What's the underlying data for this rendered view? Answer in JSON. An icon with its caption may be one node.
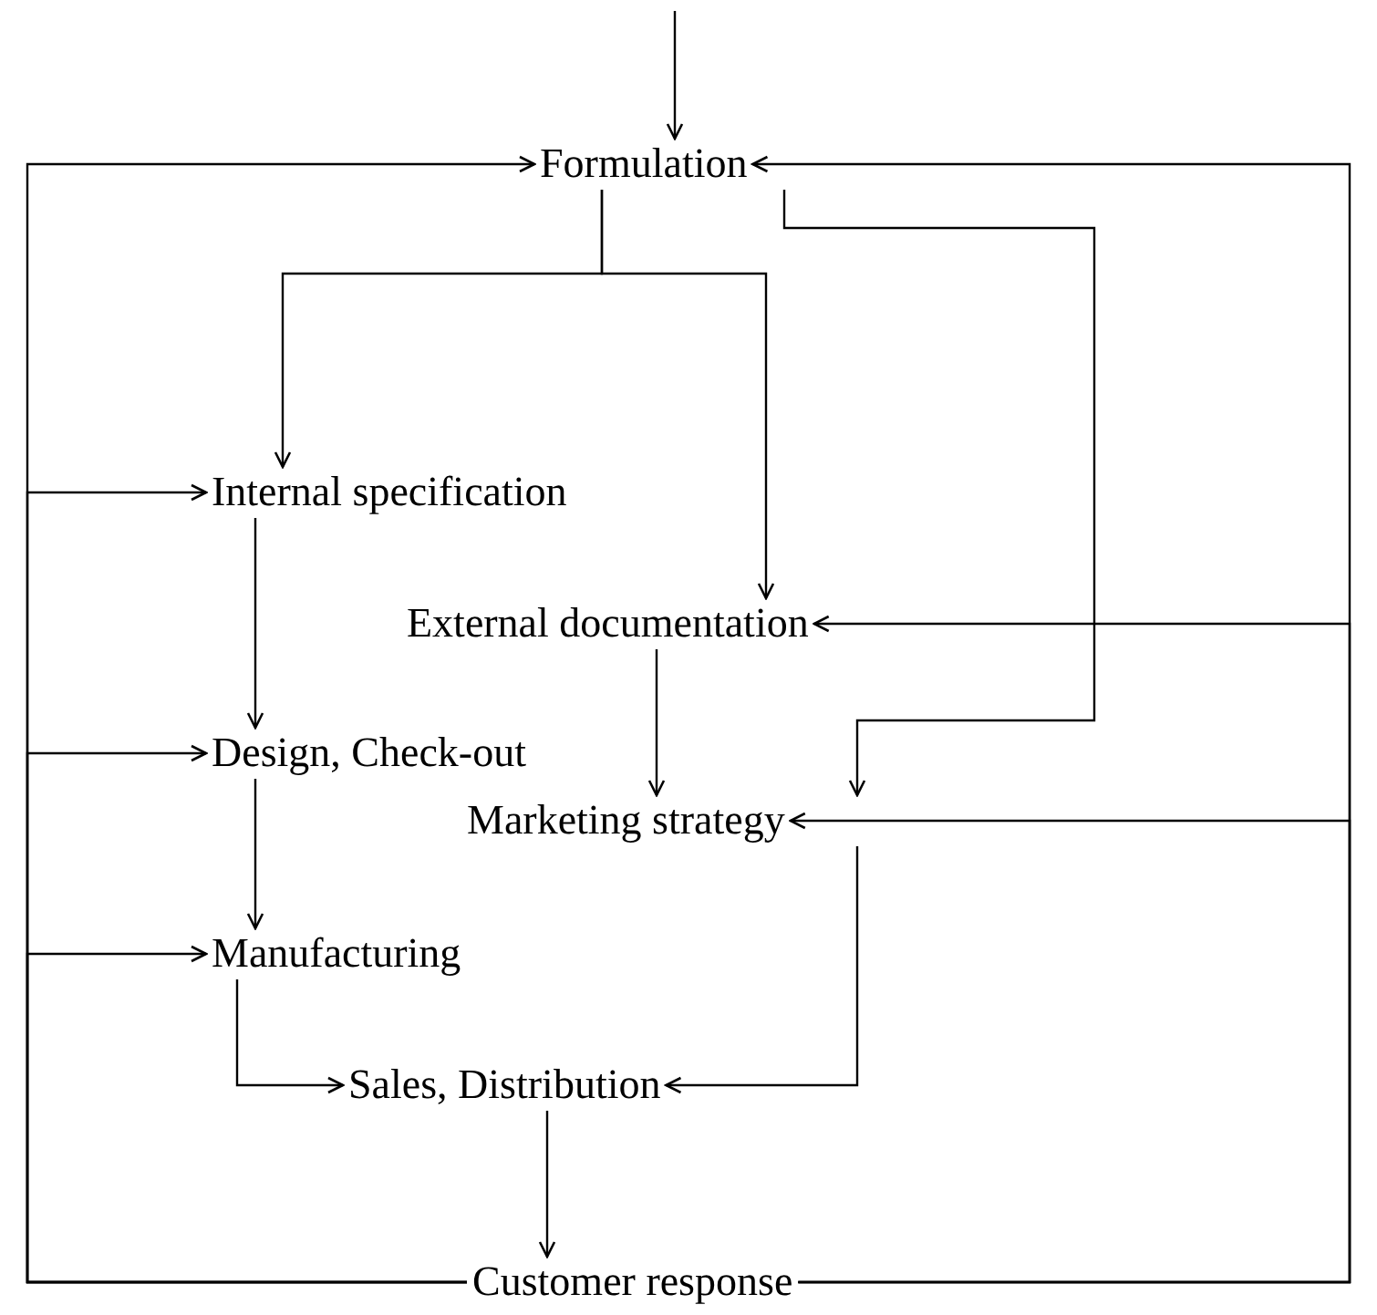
{
  "diagram": {
    "nodes": [
      {
        "text": [
          "Formulation"
        ]
      },
      {
        "text": [
          "Internal specification"
        ]
      },
      {
        "text": [
          "External documentation"
        ]
      },
      {
        "text": [
          "Design, Check-out"
        ]
      },
      {
        "text": [
          "Marketing strategy"
        ]
      },
      {
        "text": [
          "Manufacturing"
        ]
      },
      {
        "text": [
          "Sales, Distribution"
        ]
      },
      {
        "text": [
          "Customer response"
        ]
      }
    ],
    "edges": [
      {
        "from": null,
        "to": 0,
        "arrow": "to"
      },
      {
        "from": 7,
        "to": 0,
        "arrow": "to"
      },
      {
        "from": 7,
        "to": 1,
        "arrow": "to"
      },
      {
        "from": 7,
        "to": 3,
        "arrow": "to"
      },
      {
        "from": 7,
        "to": 5,
        "arrow": "to"
      },
      {
        "from": 7,
        "to": 2,
        "arrow": "to"
      },
      {
        "from": 7,
        "to": 4,
        "arrow": "to"
      },
      {
        "from": 7,
        "to": 0,
        "arrow": "to"
      },
      {
        "from": 0,
        "to": 1,
        "arrow": "to"
      },
      {
        "from": 0,
        "to": 2,
        "arrow": "to"
      },
      {
        "from": 0,
        "to": 4,
        "arrow": "to"
      },
      {
        "from": 1,
        "to": 3,
        "arrow": "to"
      },
      {
        "from": 2,
        "to": 4,
        "arrow": "to"
      },
      {
        "from": 3,
        "to": 5,
        "arrow": "to"
      },
      {
        "from": 4,
        "to": 6,
        "arrow": "to"
      },
      {
        "from": 5,
        "to": 6,
        "arrow": "to"
      },
      {
        "from": 6,
        "to": 7,
        "arrow": "to"
      }
    ]
  }
}
